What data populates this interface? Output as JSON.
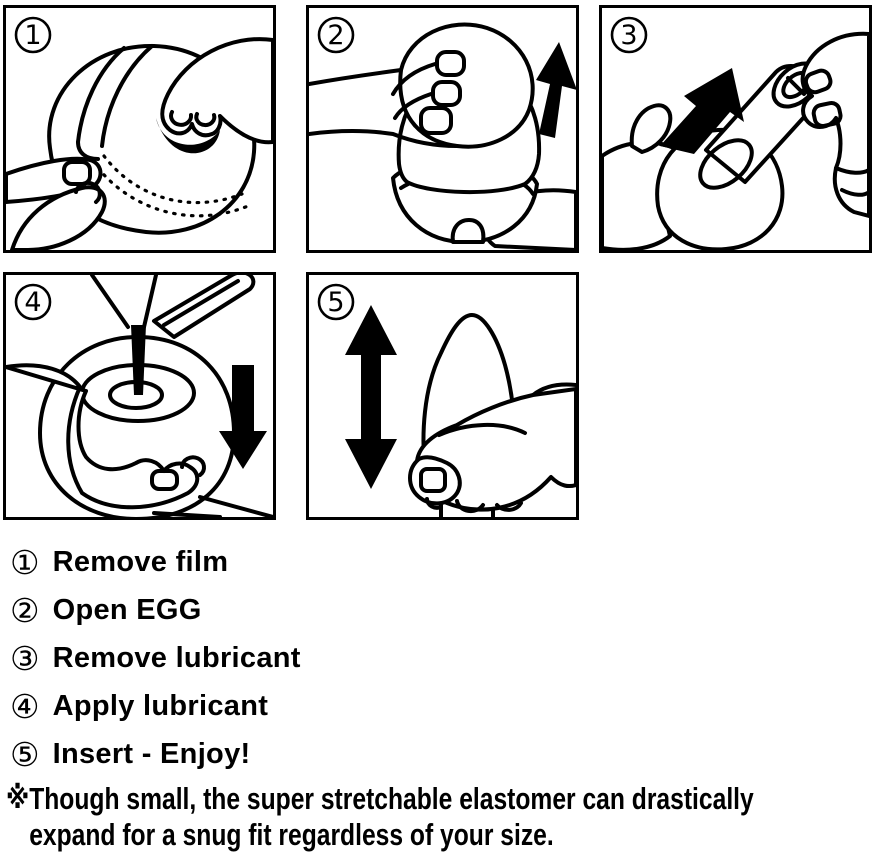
{
  "colors": {
    "ink": "#000000",
    "paper": "#ffffff"
  },
  "panels": [
    {
      "number": "1"
    },
    {
      "number": "2"
    },
    {
      "number": "3"
    },
    {
      "number": "4"
    },
    {
      "number": "5"
    }
  ],
  "steps": [
    {
      "num": "①",
      "label": "Remove film"
    },
    {
      "num": "②",
      "label": "Open EGG"
    },
    {
      "num": "③",
      "label": "Remove lubricant"
    },
    {
      "num": "④",
      "label": "Apply lubricant"
    },
    {
      "num": "⑤",
      "label": "Insert - Enjoy!"
    }
  ],
  "note": {
    "marker": "※",
    "line1": "Though small, the super stretchable elastomer can drastically",
    "line2": "expand for a snug fit regardless of your size."
  }
}
